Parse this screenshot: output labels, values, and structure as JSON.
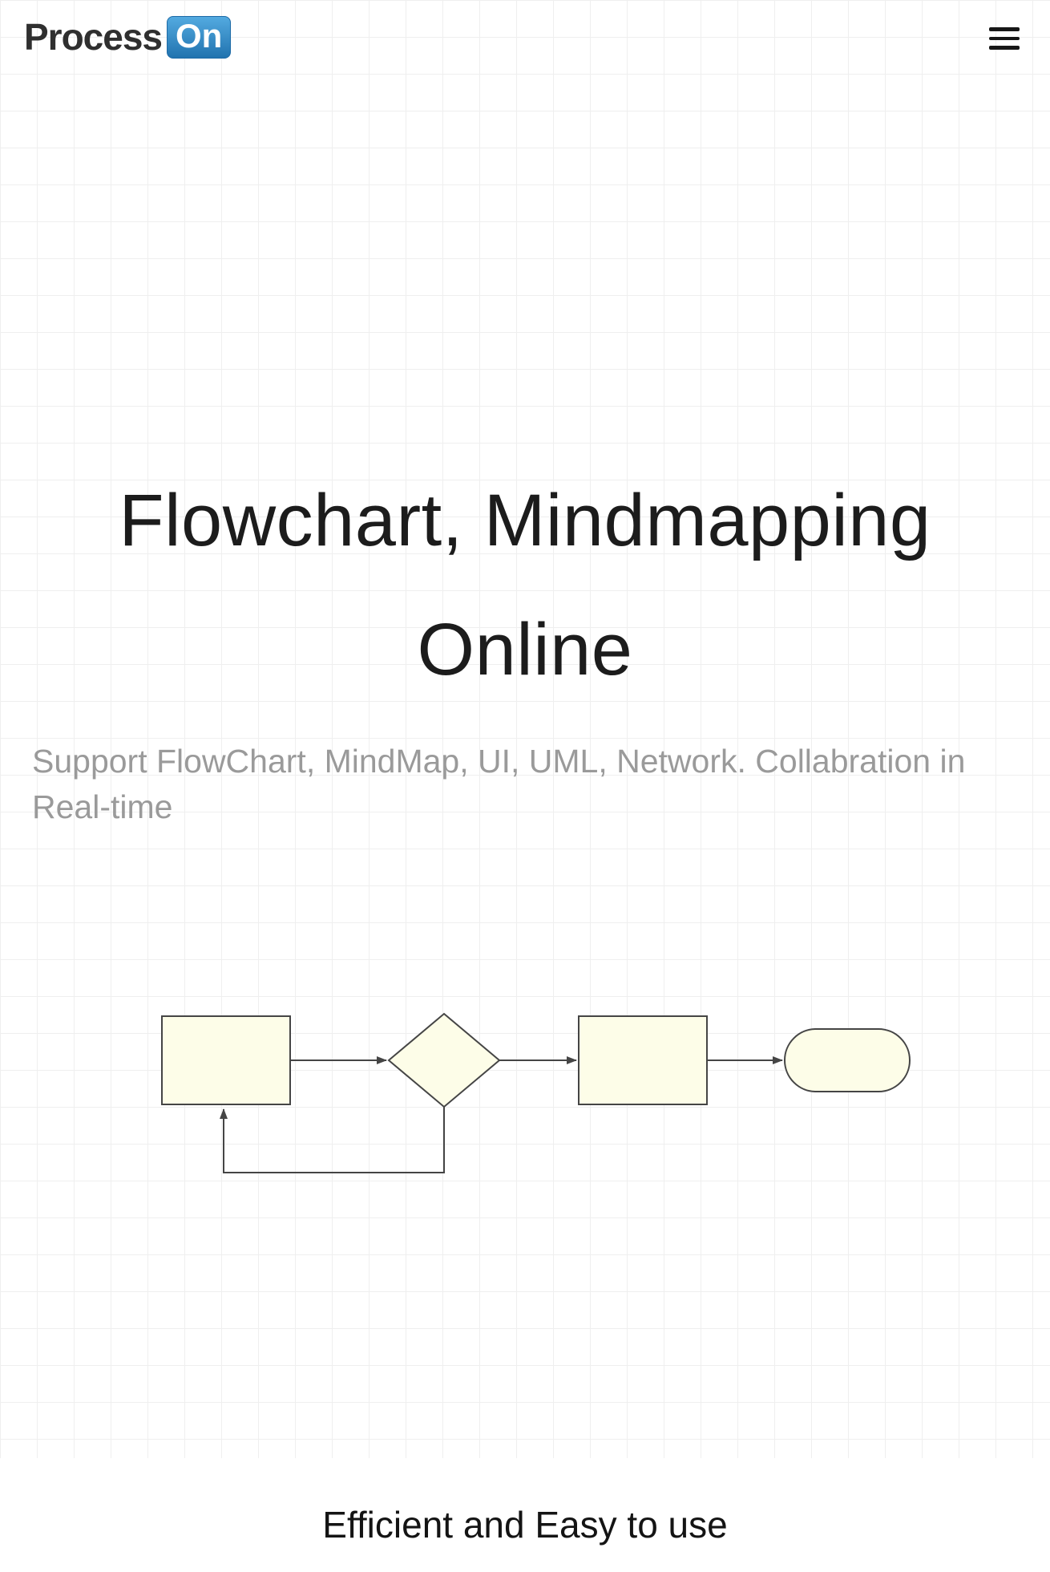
{
  "header": {
    "logo": {
      "part1": "Process",
      "part2": "On"
    },
    "menu_icon": "hamburger-menu"
  },
  "hero": {
    "title_line1": "Flowchart, Mindmapping",
    "title_line2": "Online",
    "subtitle": "Support FlowChart, MindMap, UI, UML, Network. Collabration in Real-time"
  },
  "features": {
    "title": "Efficient and Easy to use"
  },
  "diagram": {
    "description": "flowchart: process -> decision -> process -> terminator with feedback loop",
    "shapes": [
      "process",
      "decision",
      "process",
      "terminator"
    ]
  },
  "colors": {
    "brand_blue": "#2e86c6",
    "shape_fill": "#fdfde8",
    "shape_stroke": "#454545",
    "subtitle_gray": "#9a9a9a",
    "grid_line": "#efefef"
  }
}
